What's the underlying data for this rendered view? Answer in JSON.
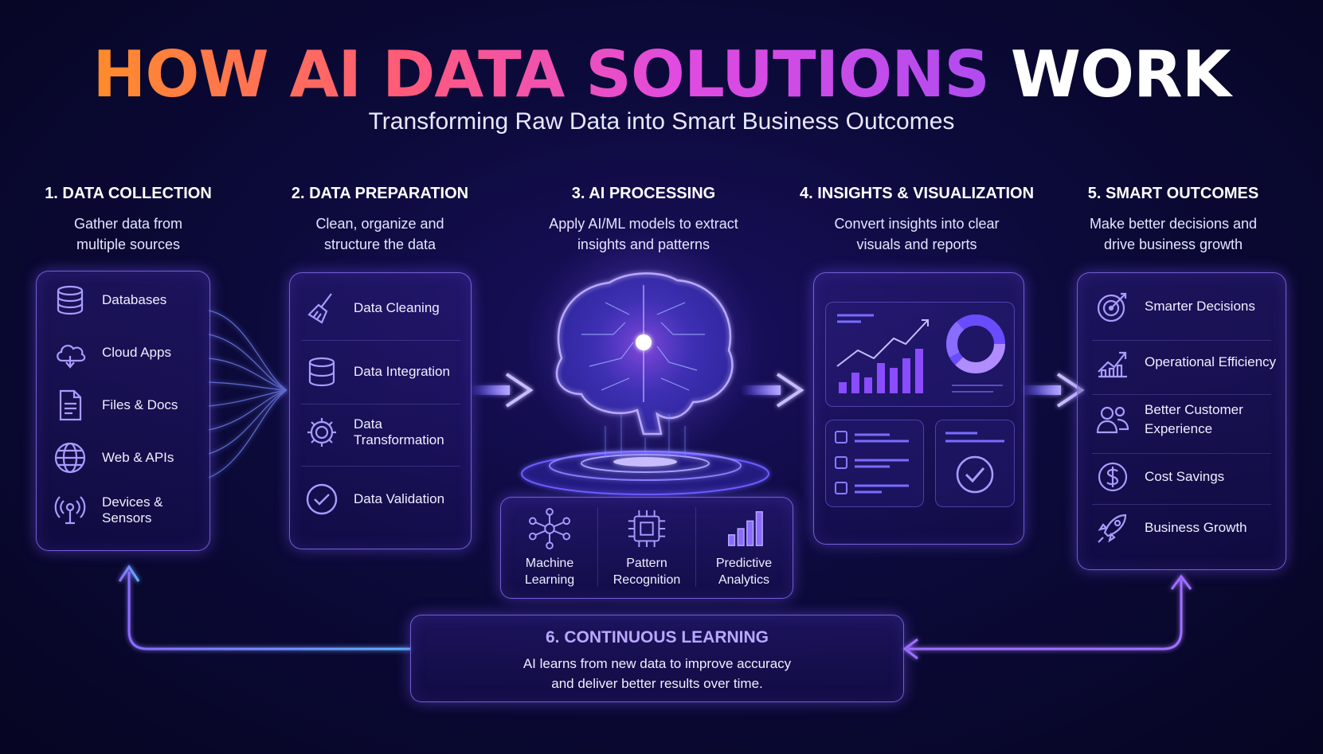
{
  "header": {
    "title_part1": "HOW AI DATA SOLUTIONS",
    "title_part2": "WORK",
    "subtitle": "Transforming Raw Data into Smart Business Outcomes"
  },
  "steps": [
    {
      "title": "1. DATA COLLECTION",
      "desc_line1": "Gather data from",
      "desc_line2": "multiple sources",
      "items": [
        "Databases",
        "Cloud Apps",
        "Files & Docs",
        "Web & APIs",
        "Devices & Sensors"
      ]
    },
    {
      "title": "2. DATA PREPARATION",
      "desc_line1": "Clean, organize and",
      "desc_line2": "structure the data",
      "items": [
        "Data Cleaning",
        "Data Integration",
        "Data Transformation",
        "Data Validation"
      ]
    },
    {
      "title": "3. AI PROCESSING",
      "desc_line1": "Apply AI/ML models to extract",
      "desc_line2": "insights and patterns",
      "items": [
        {
          "line1": "Machine",
          "line2": "Learning"
        },
        {
          "line1": "Pattern",
          "line2": "Recognition"
        },
        {
          "line1": "Predictive",
          "line2": "Analytics"
        }
      ]
    },
    {
      "title": "4. INSIGHTS & VISUALIZATION",
      "desc_line1": "Convert insights into clear",
      "desc_line2": "visuals and reports"
    },
    {
      "title": "5. SMART OUTCOMES",
      "desc_line1": "Make better decisions and",
      "desc_line2": "drive business growth",
      "items": [
        {
          "line1": "Smarter Decisions",
          "line2": ""
        },
        {
          "line1": "Operational Efficiency",
          "line2": ""
        },
        {
          "line1": "Better Customer",
          "line2": "Experience"
        },
        {
          "line1": "Cost Savings",
          "line2": ""
        },
        {
          "line1": "Business Growth",
          "line2": ""
        }
      ]
    }
  ],
  "loop": {
    "title": "6. CONTINUOUS LEARNING",
    "desc_line1": "AI learns from new data to improve accuracy",
    "desc_line2": "and deliver better results over time."
  },
  "colors": {
    "accent": "#8a6cff",
    "glow": "#a070ff",
    "bg": "#0c0a3a",
    "title_gradient_start": "#ff8c2a",
    "title_gradient_end": "#b04cf0"
  }
}
